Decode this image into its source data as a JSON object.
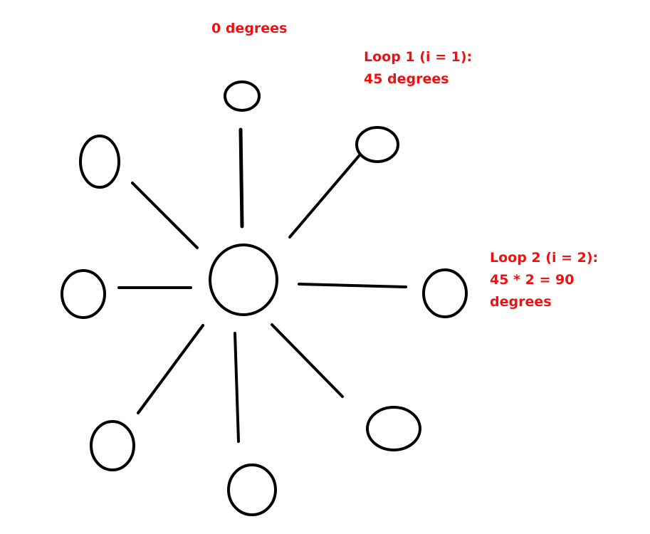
{
  "labels": {
    "zero": "0 degrees",
    "loop1_line1": "Loop 1 (i = 1):",
    "loop1_line2": "45 degrees",
    "loop2_line1": "Loop 2 (i = 2):",
    "loop2_line2": "45 * 2 = 90",
    "loop2_line3": "degrees"
  },
  "colors": {
    "annotation": "#ee1111",
    "drawing": "#000000"
  }
}
